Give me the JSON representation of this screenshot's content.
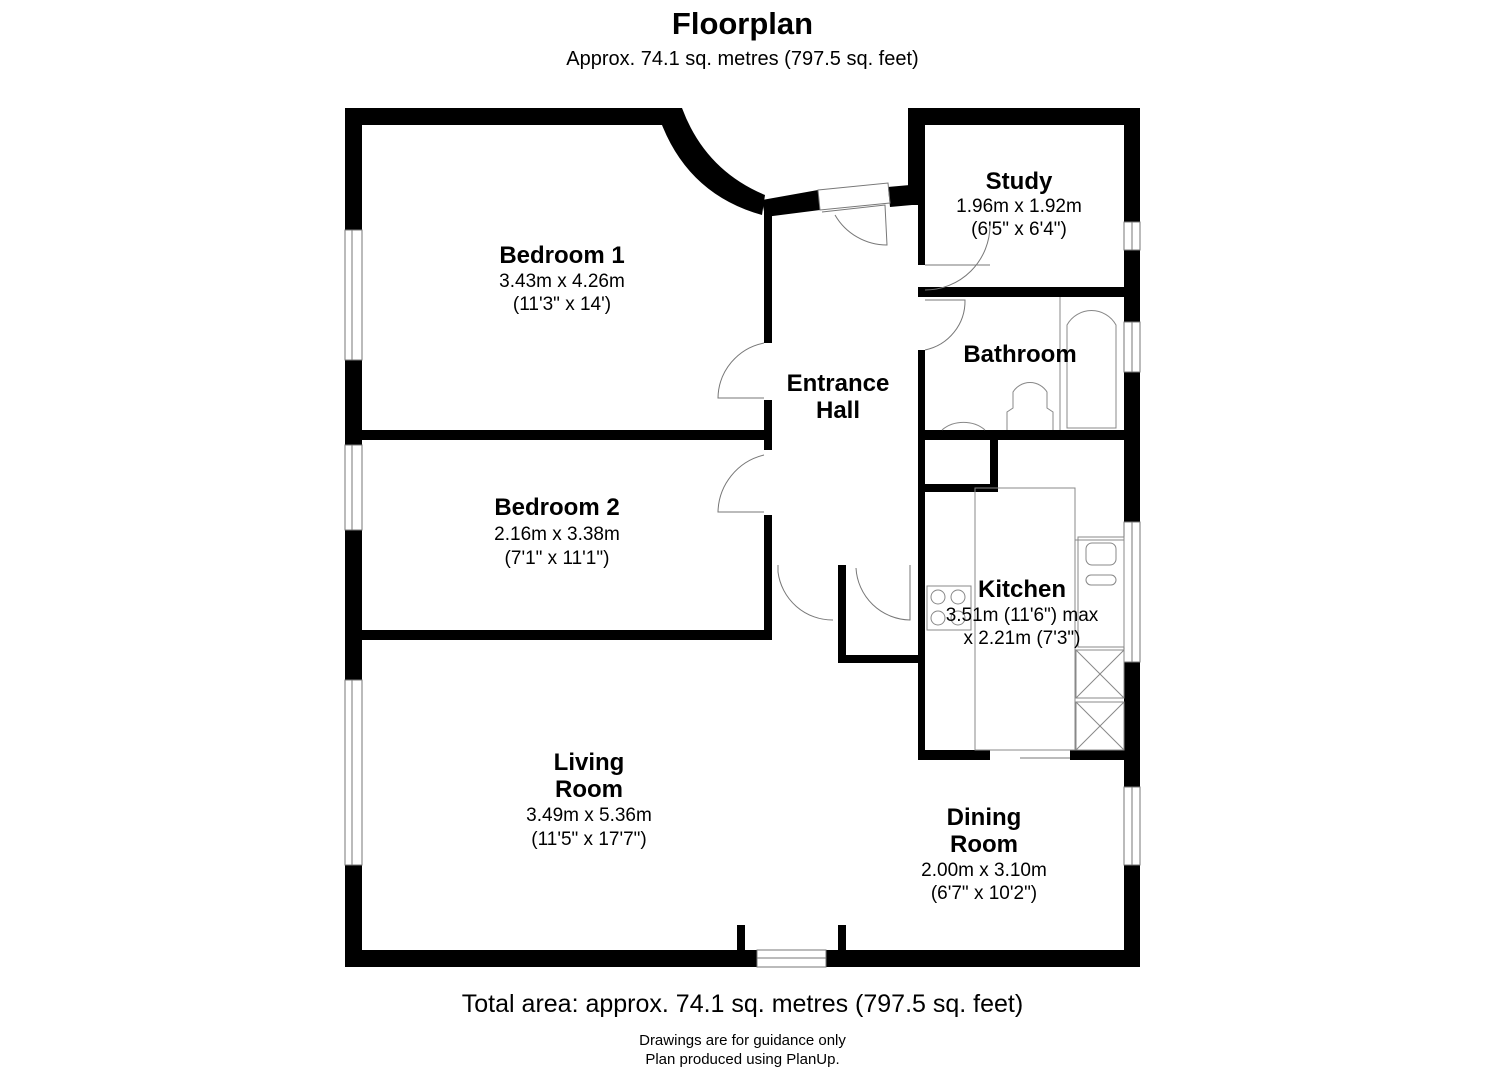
{
  "header": {
    "title": "Floorplan",
    "subtitle": "Approx. 74.1 sq. metres (797.5 sq. feet)"
  },
  "rooms": {
    "bedroom1": {
      "name": "Bedroom 1",
      "dim_m": "3.43m x 4.26m",
      "dim_ft": "(11'3\" x 14')"
    },
    "bedroom2": {
      "name": "Bedroom 2",
      "dim_m": "2.16m x 3.38m",
      "dim_ft": "(7'1\" x 11'1\")"
    },
    "entrance_hall": {
      "name_line1": "Entrance",
      "name_line2": "Hall"
    },
    "study": {
      "name": "Study",
      "dim_m": "1.96m x 1.92m",
      "dim_ft": "(6'5\" x 6'4\")"
    },
    "bathroom": {
      "name": "Bathroom"
    },
    "kitchen": {
      "name": "Kitchen",
      "dim_line1": "3.51m (11'6\") max",
      "dim_line2": "x 2.21m (7'3\")"
    },
    "living_room": {
      "name_line1": "Living",
      "name_line2": "Room",
      "dim_m": "3.49m x 5.36m",
      "dim_ft": "(11'5\" x 17'7\")"
    },
    "dining_room": {
      "name_line1": "Dining",
      "name_line2": "Room",
      "dim_m": "2.00m x 3.10m",
      "dim_ft": "(6'7\" x 10'2\")"
    }
  },
  "footer": {
    "total": "Total area: approx. 74.1 sq. metres (797.5 sq. feet)",
    "note1": "Drawings are for guidance only",
    "note2": "Plan produced using PlanUp."
  },
  "colors": {
    "wall": "#000000",
    "fixture": "#888888"
  }
}
